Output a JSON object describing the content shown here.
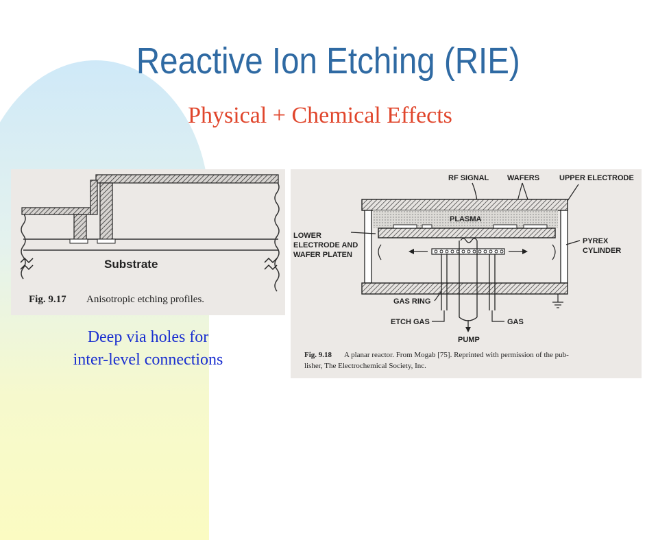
{
  "slide": {
    "title": "Reactive Ion Etching (RIE)",
    "subtitle": "Physical + Chemical Effects",
    "caption_lines": [
      "Deep via holes for",
      "inter-level connections"
    ],
    "colors": {
      "title": "#2f6aa3",
      "subtitle": "#e0452b",
      "caption": "#1a2fd0"
    }
  },
  "figure_left": {
    "substrate_label": "Substrate",
    "fig_number": "Fig. 9.17",
    "fig_caption": "Anisotropic etching profiles."
  },
  "figure_right": {
    "labels": {
      "rf_signal": "RF SIGNAL",
      "wafers": "WAFERS",
      "upper_electrode": "UPPER ELECTRODE",
      "plasma": "PLASMA",
      "lower_electrode_1": "LOWER",
      "lower_electrode_2": "ELECTRODE AND",
      "lower_electrode_3": "WAFER PLATEN",
      "pyrex_1": "PYREX",
      "pyrex_2": "CYLINDER",
      "gas_ring": "GAS RING",
      "etch_gas": "ETCH GAS",
      "gas": "GAS",
      "pump": "PUMP"
    },
    "fig_number": "Fig. 9.18",
    "fig_caption_line1": "A planar reactor. From Mogab [75]. Reprinted with permission of the pub-",
    "fig_caption_line2": "lisher, The Electrochemical Society, Inc."
  }
}
